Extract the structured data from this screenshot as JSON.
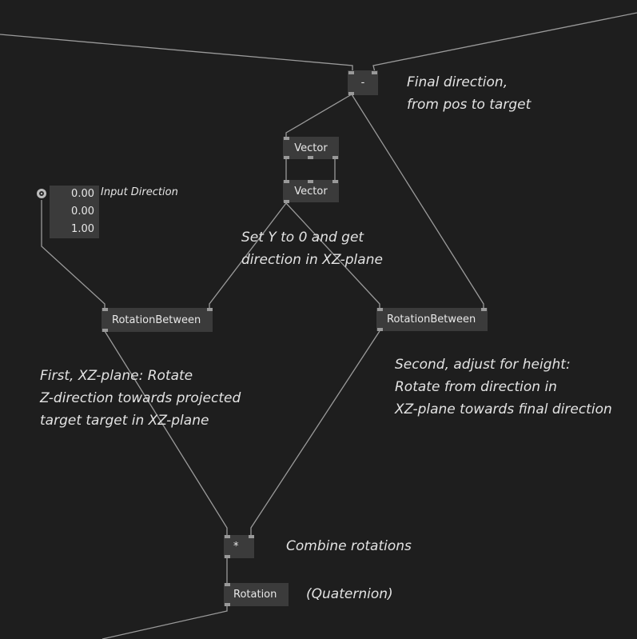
{
  "nodes": {
    "subtract": "-",
    "vector_top": "Vector",
    "vector_bottom": "Vector",
    "rotation_between_left": "RotationBetween",
    "rotation_between_right": "RotationBetween",
    "multiply": "*",
    "rotation": "Rotation"
  },
  "input_direction": {
    "label": "Input Direction",
    "values": [
      "0.00",
      "0.00",
      "1.00"
    ]
  },
  "comments": {
    "final_direction": [
      "Final direction,",
      "from pos to target"
    ],
    "set_y": [
      "Set Y to 0 and get",
      "direction in XZ-plane"
    ],
    "first": [
      "First, XZ-plane: Rotate",
      "Z-direction towards projected",
      "target target in XZ-plane"
    ],
    "second": [
      "Second, adjust for height:",
      "Rotate from direction in",
      "XZ-plane towards final direction"
    ],
    "combine": "Combine rotations",
    "quaternion": "(Quaternion)"
  },
  "colors": {
    "background": "#1e1e1e",
    "node": "#3b3b3b",
    "wire": "#9a9a9a",
    "text": "#e3e3e3"
  }
}
